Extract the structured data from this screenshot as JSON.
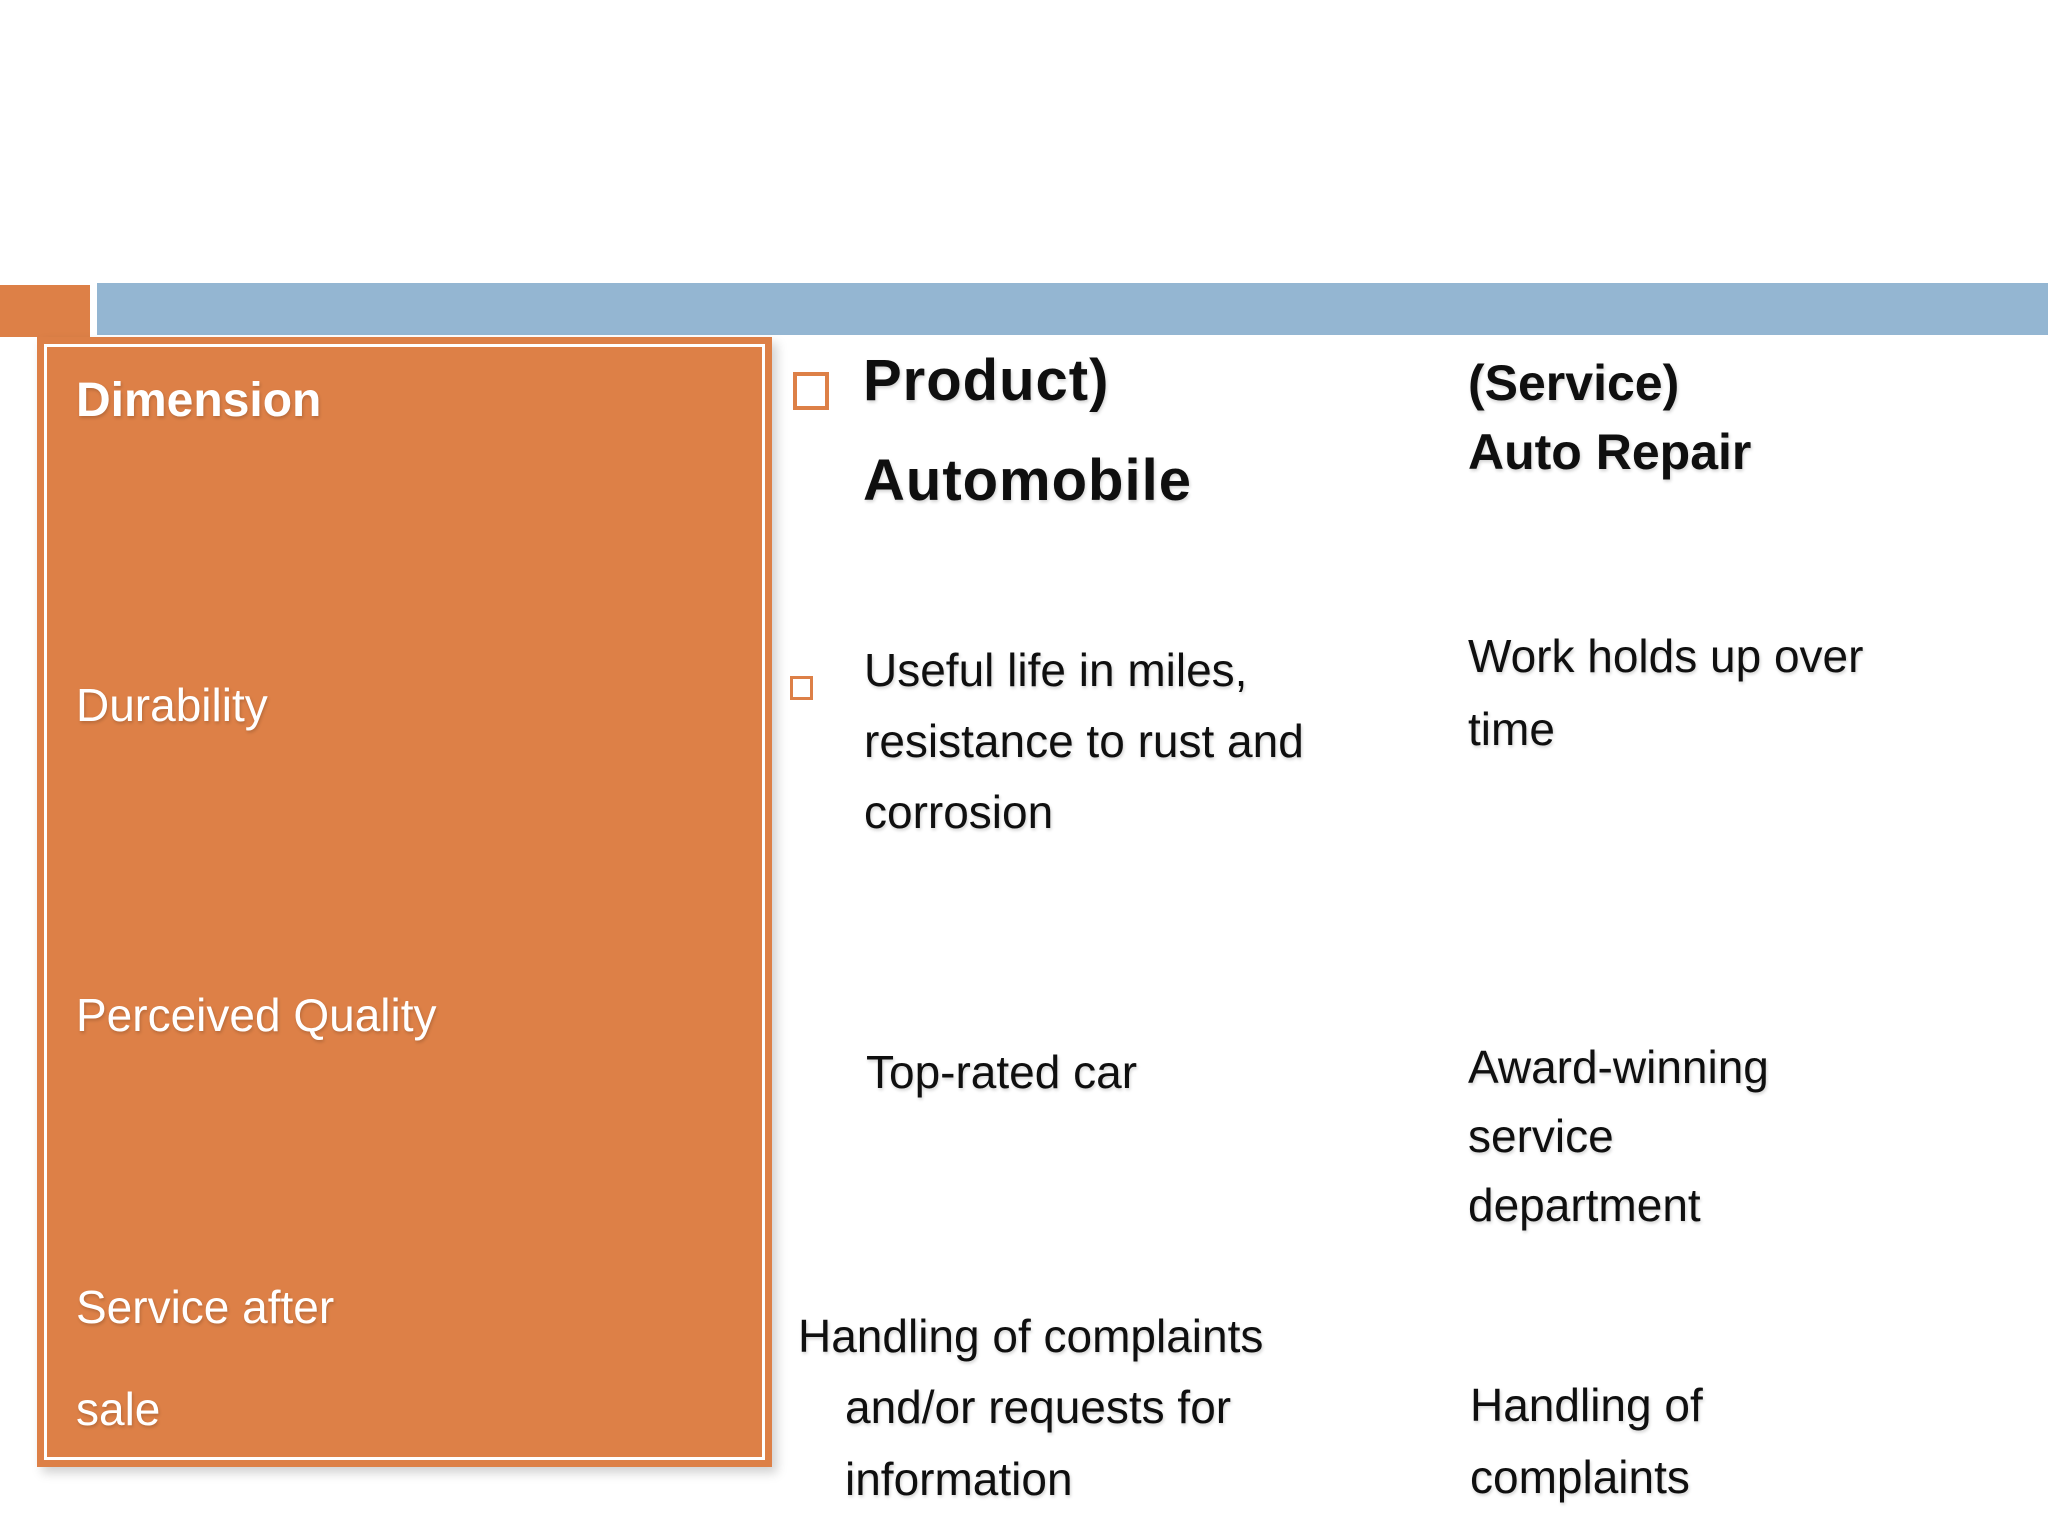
{
  "slide": {
    "colors": {
      "accent_orange": "#DD8047",
      "accent_blue": "#94B6D2",
      "panel_text": "#FFFFFF",
      "body_text": "#0F0F0F"
    },
    "left_panel": {
      "title": "Dimension",
      "item_durability": "Durability",
      "item_perceived_quality": "Perceived Quality",
      "item_service_after_line1": "Service after",
      "item_service_after_line2": "sale"
    },
    "product_column": {
      "header_line1": "Product)",
      "header_line2": "Automobile",
      "durability_line1": "Useful life in miles,",
      "durability_line2": "resistance to rust and",
      "durability_line3": "corrosion",
      "perceived_quality": "Top-rated car",
      "service_after_line1": "Handling of complaints",
      "service_after_line2": "and/or requests for",
      "service_after_line3": "information"
    },
    "service_column": {
      "header_line1": "(Service)",
      "header_line2": "Auto Repair",
      "durability_line1": "Work holds up over",
      "durability_line2": "time",
      "perceived_line1": "Award-winning",
      "perceived_line2": "service",
      "perceived_line3": "department",
      "service_after_line1": "Handling of",
      "service_after_line2": "complaints"
    }
  }
}
